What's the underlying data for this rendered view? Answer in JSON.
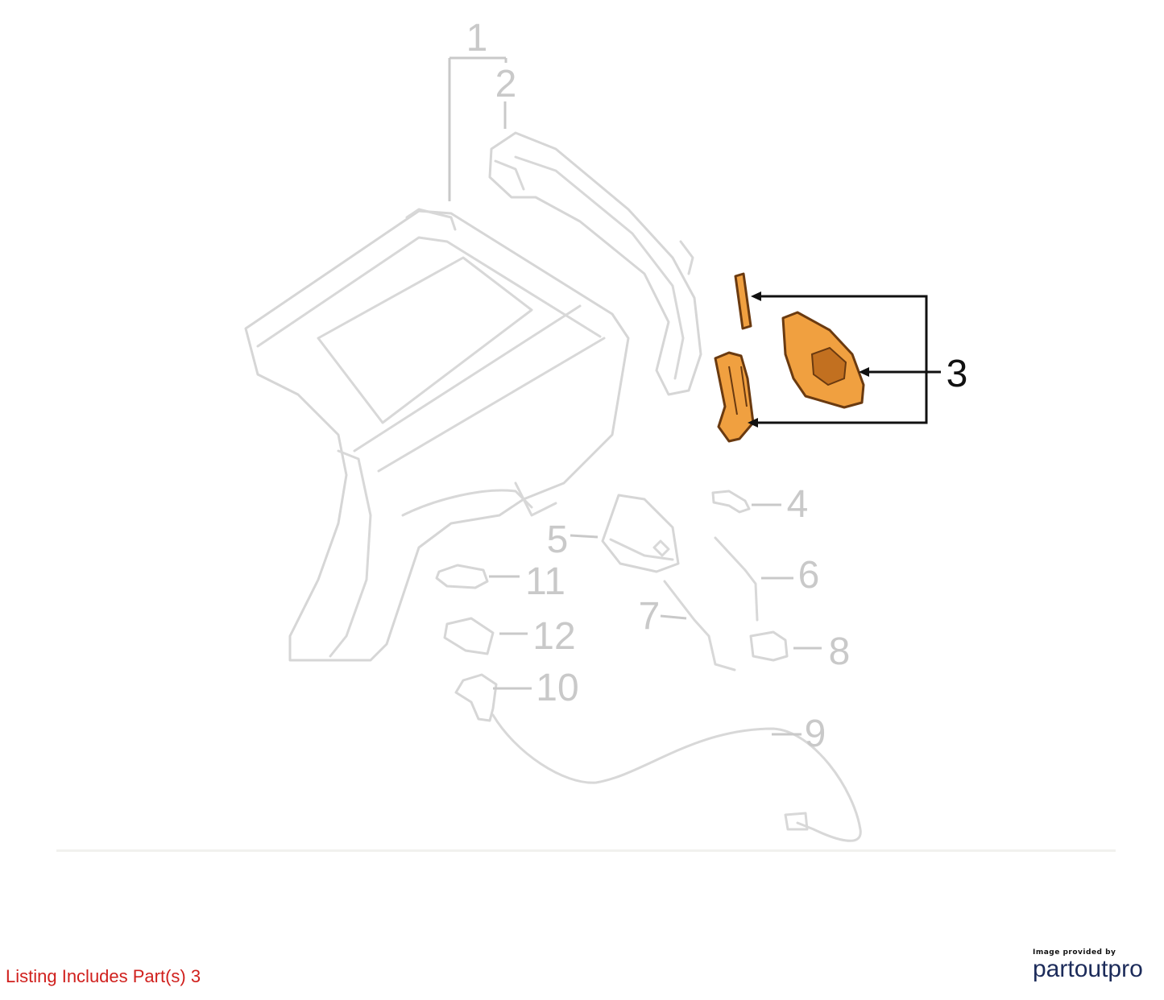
{
  "diagram": {
    "highlight_color": "#f0a040",
    "active_callout_color": "#111111",
    "faded_callout_color": "#c9c9c9",
    "callouts": {
      "c1": "1",
      "c2": "2",
      "c3": "3",
      "c4": "4",
      "c5": "5",
      "c6": "6",
      "c7": "7",
      "c8": "8",
      "c9": "9",
      "c10": "10",
      "c11": "11",
      "c12": "12"
    },
    "highlighted_part": "3"
  },
  "footer": {
    "listing_note": "Listing Includes Part(s) 3",
    "listing_note_color": "#d0201d",
    "credit_small": "Image provided by",
    "credit_brand": "partoutpro",
    "credit_brand_color": "#1c2b5a"
  }
}
